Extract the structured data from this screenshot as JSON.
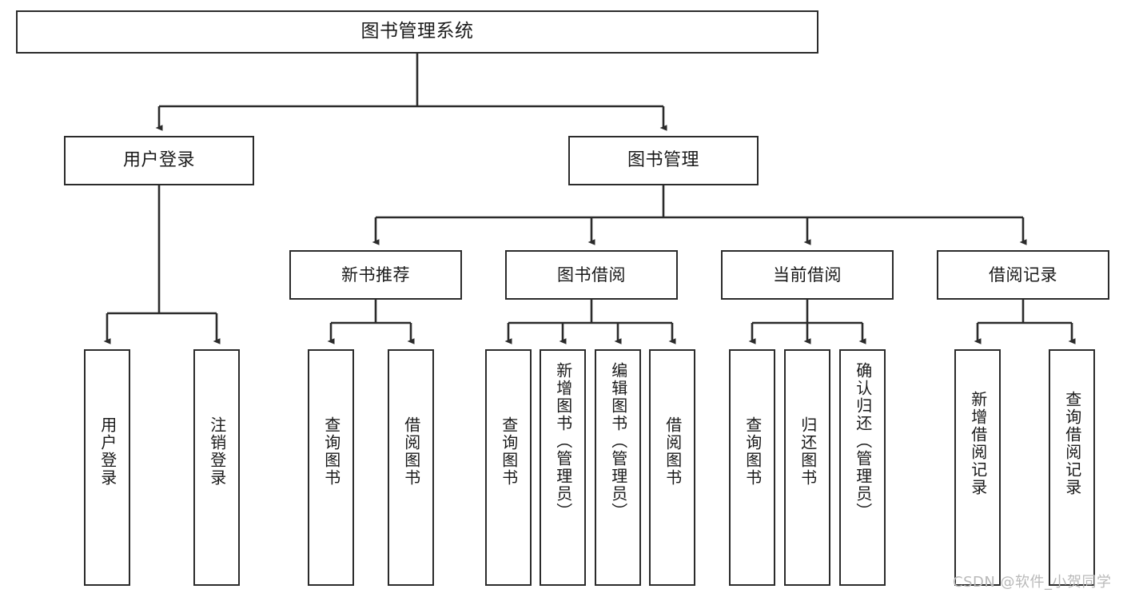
{
  "diagram": {
    "title": "图书管理系统",
    "type": "hierarchy-tree",
    "root": {
      "label": "图书管理系统"
    },
    "level2": [
      {
        "label": "用户登录"
      },
      {
        "label": "图书管理"
      }
    ],
    "level3": [
      {
        "label": "新书推荐"
      },
      {
        "label": "图书借阅"
      },
      {
        "label": "当前借阅"
      },
      {
        "label": "借阅记录"
      }
    ],
    "leaves": {
      "user_login": [
        {
          "label": "用户登录"
        },
        {
          "label": "注销登录"
        }
      ],
      "new_book_recommend": [
        {
          "label": "查询图书"
        },
        {
          "label": "借阅图书"
        }
      ],
      "book_borrow": [
        {
          "label": "查询图书"
        },
        {
          "label": "新增图书（管理员）"
        },
        {
          "label": "编辑图书（管理员）"
        },
        {
          "label": "借阅图书"
        }
      ],
      "current_borrow": [
        {
          "label": "查询图书"
        },
        {
          "label": "归还图书"
        },
        {
          "label": "确认归还（管理员）"
        }
      ],
      "borrow_records": [
        {
          "label": "新增借阅记录"
        },
        {
          "label": "查询借阅记录"
        }
      ]
    }
  },
  "watermark": {
    "text": "CSDN @软件_小贺同学"
  },
  "colors": {
    "stroke": "#2b2b2b",
    "background": "#ffffff",
    "text": "#1a1a1a",
    "watermark": "#b9b9b9"
  }
}
